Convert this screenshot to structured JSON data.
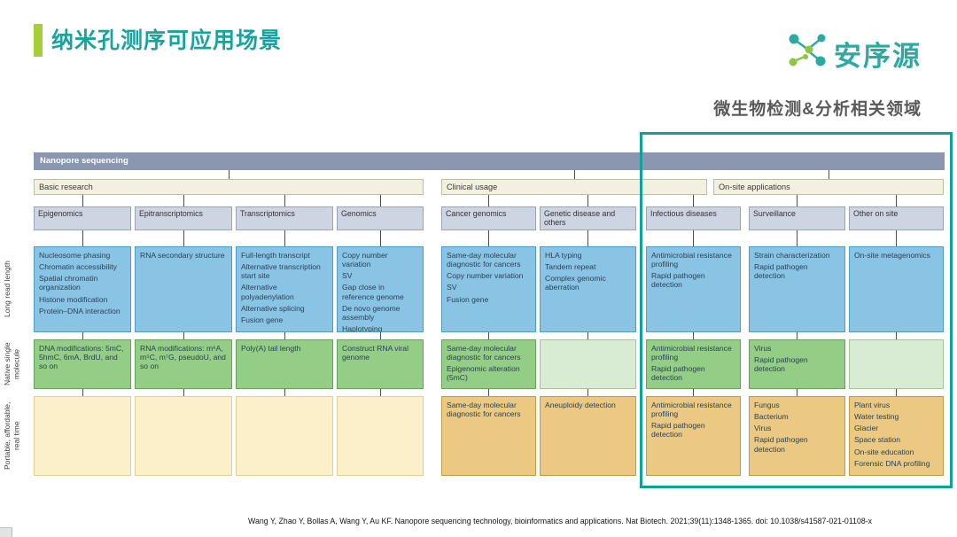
{
  "slide": {
    "title": "纳米孔测序可应用场景",
    "logo_text": "安序源",
    "highlight_label": "微生物检测&分析相关领域",
    "citation": "Wang Y, Zhao Y, Bollas A, Wang Y, Au KF. Nanopore sequencing technology, bioinformatics and applications. Nat Biotech. 2021;39(11):1348-1365. doi: 10.1038/s41587-021-01108-x",
    "colors": {
      "accent_green": "#a6ce38",
      "title_teal": "#17a4a0",
      "highlight_teal": "#0fa29a",
      "root_bar": "#8b97b1",
      "long_read_blue": "#89c4e4",
      "native_green": "#94cd85",
      "portable_yellow": "#ebc983"
    }
  },
  "diagram": {
    "root_label": "Nanopore sequencing",
    "row_labels": {
      "long_read": "Long read length",
      "native_single": "Native single molecule",
      "portable": "Portable, affordable, real time"
    },
    "groups": [
      {
        "label": "Basic research"
      },
      {
        "label": "Clinical usage"
      },
      {
        "label": "On-site applications"
      }
    ],
    "columns": [
      {
        "header": "Epigenomics",
        "long_read": [
          "Nucleosome phasing",
          "Chromatin accessibility",
          "Spatial chromatin organization",
          "Histone modification",
          "Protein–DNA interaction"
        ],
        "native_single": [
          "DNA modifications: 5mC, 5hmC, 6mA, BrdU, and so on"
        ],
        "portable": []
      },
      {
        "header": "Epitranscriptomics",
        "long_read": [
          "RNA secondary structure"
        ],
        "native_single": [
          "RNA modifications: m⁶A, m⁵C, m⁷G, pseudoU, and so on"
        ],
        "portable": []
      },
      {
        "header": "Transcriptomics",
        "long_read": [
          "Full-length transcript",
          "Alternative transcription start site",
          "Alternative polyadenylation",
          "Alternative splicing",
          "Fusion gene"
        ],
        "native_single": [
          "Poly(A) tail length"
        ],
        "portable": []
      },
      {
        "header": "Genomics",
        "long_read": [
          "Copy number variation",
          "SV",
          "Gap close in reference genome",
          "De novo genome assembly",
          "Haplotyping"
        ],
        "native_single": [
          "Construct RNA viral genome"
        ],
        "portable": []
      },
      {
        "header": "Cancer genomics",
        "long_read": [
          "Same-day molecular diagnostic for cancers",
          "Copy number variation",
          "SV",
          "Fusion gene"
        ],
        "native_single": [
          "Same-day molecular diagnostic for cancers",
          "Epigenomic alteration (5mC)"
        ],
        "portable": [
          "Same-day molecular diagnostic for cancers"
        ]
      },
      {
        "header": "Genetic disease and others",
        "long_read": [
          "HLA typing",
          "Tandem repeat",
          "Complex genomic aberration"
        ],
        "native_single": [],
        "portable": [
          "Aneuploidy detection"
        ]
      },
      {
        "header": "Infectious diseases",
        "long_read": [
          "Antimicrobial resistance profiling",
          "Rapid pathogen detection"
        ],
        "native_single": [
          "Antimicrobial resistance profiling",
          "Rapid pathogen detection"
        ],
        "portable": [
          "Antimicrobial resistance profiling",
          "Rapid pathogen detection"
        ]
      },
      {
        "header": "Surveillance",
        "long_read": [
          "Strain characterization",
          "Rapid pathogen detection"
        ],
        "native_single": [
          "Virus",
          "Rapid pathogen detection"
        ],
        "portable": [
          "Fungus",
          "Bacterium",
          "Virus",
          "Rapid pathogen detection"
        ]
      },
      {
        "header": "Other on site",
        "long_read": [
          "On-site metagenomics"
        ],
        "native_single": [],
        "portable": [
          "Plant virus",
          "Water testing",
          "Glacier",
          "Space station",
          "On-site education",
          "Forensic DNA profiling"
        ]
      }
    ]
  }
}
